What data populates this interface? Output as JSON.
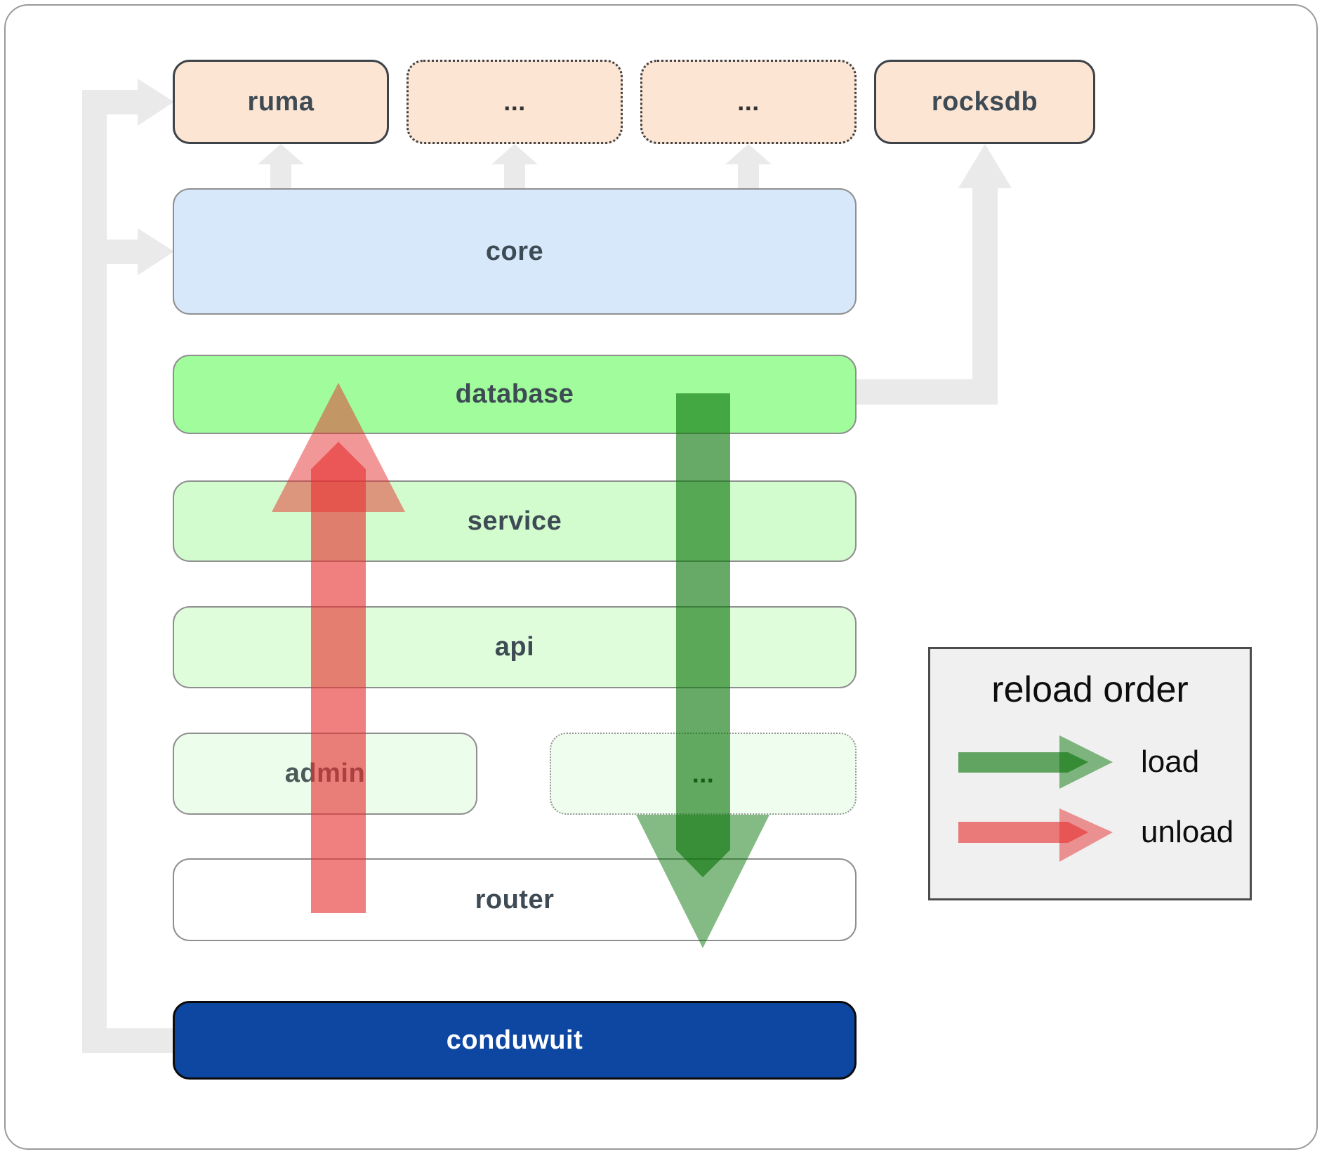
{
  "diagram": {
    "top_row": [
      {
        "label": "ruma",
        "style": "solid"
      },
      {
        "label": "...",
        "style": "dotted"
      },
      {
        "label": "...",
        "style": "dotted"
      },
      {
        "label": "rocksdb",
        "style": "solid"
      }
    ],
    "stack": [
      {
        "label": "core"
      },
      {
        "label": "database"
      },
      {
        "label": "service"
      },
      {
        "label": "api"
      }
    ],
    "admin_row": [
      {
        "label": "admin",
        "style": "solid"
      },
      {
        "label": "...",
        "style": "dotted"
      }
    ],
    "router": {
      "label": "router"
    },
    "app": {
      "label": "conduwuit"
    }
  },
  "legend": {
    "title": "reload order",
    "items": [
      {
        "label": "load",
        "color": "#0a750a"
      },
      {
        "label": "unload",
        "color": "#e63030"
      }
    ]
  },
  "colors": {
    "module_peach": "#fce5d3",
    "core_blue": "#d7e8fa",
    "database_green": "#a1fc9b",
    "service_green": "#d2fccd",
    "api_green": "#dffcdb",
    "admin_green": "#edfdec",
    "router_white": "#ffffff",
    "app_blue": "#0d47a1",
    "connector_gray": "#eaeaea",
    "legend_bg": "#f0f0f0",
    "dark_border": "#3d4349"
  }
}
